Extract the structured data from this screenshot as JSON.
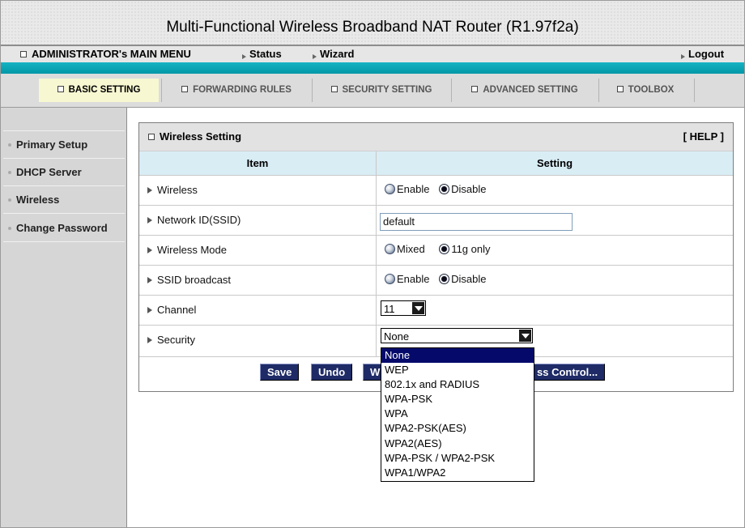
{
  "header": {
    "title": "Multi-Functional Wireless Broadband NAT Router (R1.97f2a)"
  },
  "menu": {
    "main": "ADMINISTRATOR's MAIN MENU",
    "status": "Status",
    "wizard": "Wizard",
    "logout": "Logout"
  },
  "tabs": [
    {
      "label": "BASIC SETTING"
    },
    {
      "label": "FORWARDING RULES"
    },
    {
      "label": "SECURITY SETTING"
    },
    {
      "label": "ADVANCED SETTING"
    },
    {
      "label": "TOOLBOX"
    }
  ],
  "sidebar": {
    "items": [
      {
        "label": "Primary Setup"
      },
      {
        "label": "DHCP Server"
      },
      {
        "label": "Wireless"
      },
      {
        "label": "Change Password"
      }
    ]
  },
  "panel": {
    "title": "Wireless Setting",
    "help": "[ HELP ]",
    "col_item": "Item",
    "col_setting": "Setting"
  },
  "rows": {
    "wireless": {
      "label": "Wireless",
      "opt1": "Enable",
      "opt2": "Disable",
      "selected": "Disable"
    },
    "ssid": {
      "label": "Network ID(SSID)",
      "value": "default"
    },
    "mode": {
      "label": "Wireless Mode",
      "opt1": "Mixed",
      "opt2": "11g only",
      "selected": "11g only"
    },
    "broadcast": {
      "label": "SSID broadcast",
      "opt1": "Enable",
      "opt2": "Disable",
      "selected": "Disable"
    },
    "channel": {
      "label": "Channel",
      "value": "11"
    },
    "security": {
      "label": "Security",
      "value": "None"
    }
  },
  "buttons": {
    "save": "Save",
    "undo": "Undo",
    "partial_left": "W",
    "access_control": "ss Control..."
  },
  "security_options": [
    "None",
    "WEP",
    "802.1x and RADIUS",
    "WPA-PSK",
    "WPA",
    "WPA2-PSK(AES)",
    "WPA2(AES)",
    "WPA-PSK / WPA2-PSK",
    "WPA1/WPA2"
  ],
  "colors": {
    "teal_bar": "#0aa6b6",
    "active_tab": "#f7f7d2",
    "button_bg": "#1e2b66",
    "table_header": "#d9edf5",
    "dropdown_highlight": "#050a6a"
  }
}
